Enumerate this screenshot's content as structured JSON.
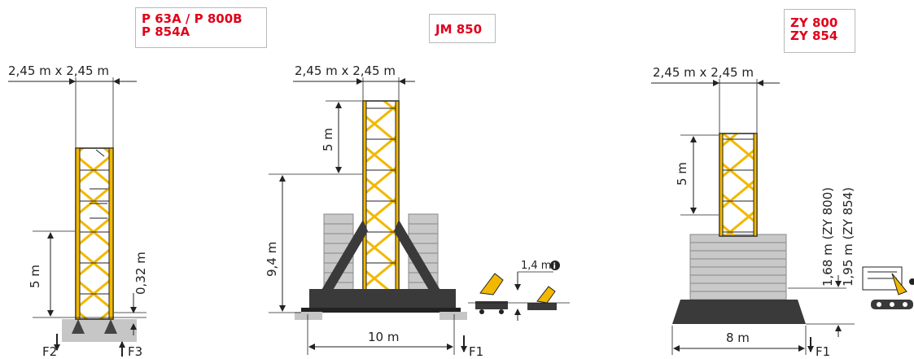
{
  "models": {
    "left": {
      "line1": "P 63A / P 800B",
      "line2": "P 854A"
    },
    "middle": {
      "line1": "JM 850"
    },
    "right": {
      "line1": "ZY 800",
      "line2": "ZY 854"
    }
  },
  "labels": {
    "section_left": "2,45 m x 2,45 m",
    "section_middle": "2,45 m x 2,45 m",
    "section_right": "2,45 m x 2,45 m",
    "mast_left": "5 m",
    "mast_middle": "5 m",
    "mast_right": "5 m",
    "offset_left": "0,32 m",
    "height_middle": "9,4 m",
    "base_middle": "10 m",
    "base_right": "8 m",
    "height_right_a": "1,68 m (ZY 800)",
    "height_right_b": "1,95 m (ZY 854)",
    "rail_gap": "1,4 m",
    "f1_middle": "F1",
    "f1_right": "F1",
    "f2": "F2",
    "f3": "F3"
  },
  "colors": {
    "accent": "#e2001a",
    "mast_yellow": "#f2b800",
    "ballast": "#c9c9c9",
    "base_dark": "#3a3a3a",
    "foundation": "#c6c6c6"
  },
  "icons": {
    "info": "info-icon"
  }
}
